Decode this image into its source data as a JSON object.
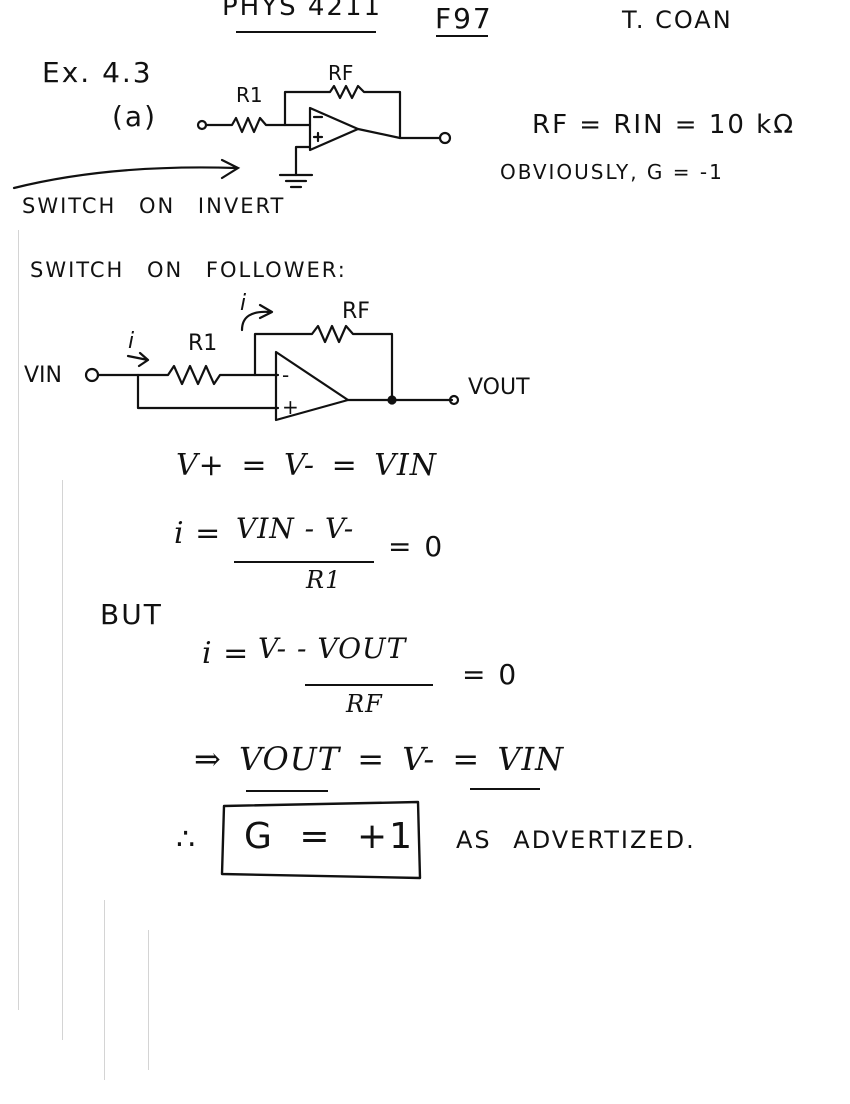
{
  "header": {
    "course": "PHYS 4211",
    "term": "F97",
    "author": "T. COAN"
  },
  "example": {
    "label": "Ex. 4.3",
    "part": "(a)",
    "circuit1": {
      "r_in": "R1",
      "r_f": "RF"
    },
    "relation": "RF = RIN = 10 kΩ",
    "obvious": "OBVIOUSLY, G = -1",
    "switch_invert": "SWITCH ON INVERT"
  },
  "follower": {
    "heading": "SWITCH ON FOLLOWER:",
    "circuit2": {
      "v_in": "VIN",
      "i_left": "i",
      "i_top": "i",
      "r1": "R1",
      "rf": "RF",
      "minus": "-",
      "plus": "+",
      "v_out": "VOUT"
    },
    "eq1": "V+ = V- = VIN",
    "eq2": {
      "lhs": "i =",
      "num": "VIN - V-",
      "den": "R1",
      "rhs": "= 0"
    },
    "but": "BUT",
    "eq3": {
      "lhs": "i =",
      "num": "V- - VOUT",
      "den": "RF",
      "rhs": "= 0"
    },
    "eq4": "⇒ VOUT = V- = VIN",
    "therefore": "∴",
    "result": "G = +1",
    "advertised": "AS ADVERTIZED."
  }
}
